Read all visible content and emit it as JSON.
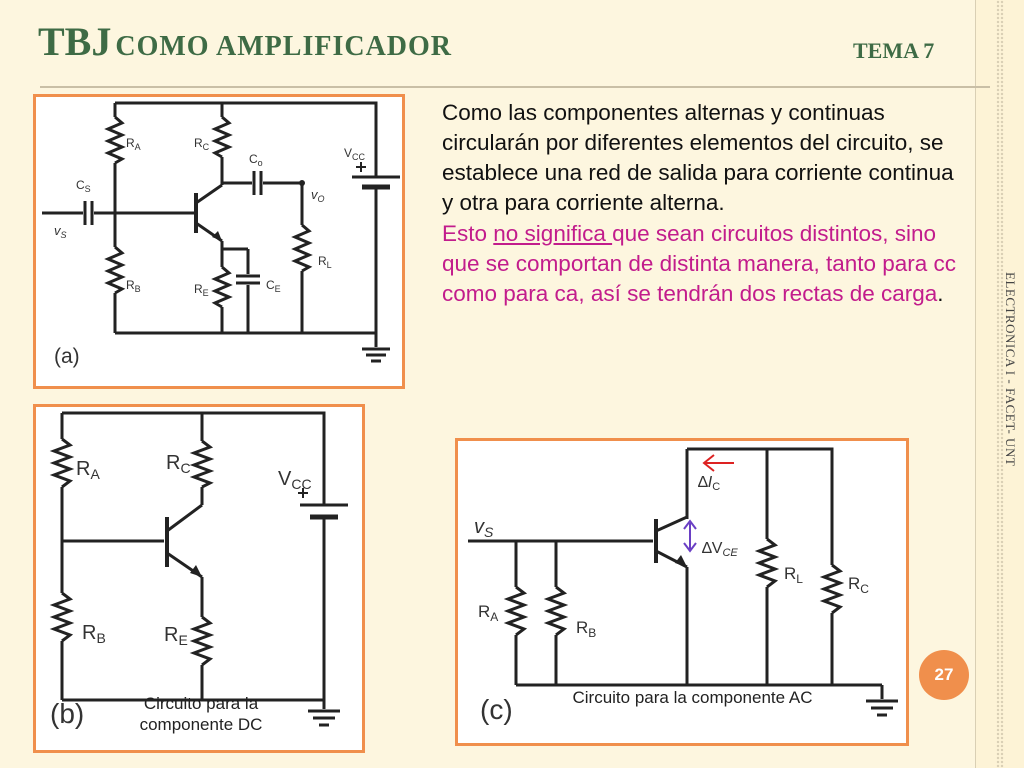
{
  "slide": {
    "title_main": "TBJ",
    "title_rest": "COMO AMPLIFICADOR",
    "tema": "TEMA 7",
    "side_text": "ELECTRONICA I - FACET- UNT",
    "page_number": "27"
  },
  "paragraph": {
    "p1": "Como las componentes alternas y continuas circularán por diferentes elementos del circuito, se establece una red de salida para corriente continua y otra para corriente alterna.",
    "p2_a": "Esto ",
    "p2_u": "no significa ",
    "p2_b": "que sean circuitos distintos, sino que se comportan de distinta manera, tanto para cc como para ca, así se tendrán dos rectas de carga",
    "p2_end": "."
  },
  "panel_a": {
    "label": "(a)",
    "RA": "R",
    "RA_sub": "A",
    "RB": "R",
    "RB_sub": "B",
    "RC": "R",
    "RC_sub": "C",
    "RE": "R",
    "RE_sub": "E",
    "RL": "R",
    "RL_sub": "L",
    "CS": "C",
    "CS_sub": "S",
    "Co": "C",
    "Co_sub": "o",
    "CE": "C",
    "CE_sub": "E",
    "VCC": "V",
    "VCC_sub": "CC",
    "vS": "v",
    "vS_sub": "S",
    "vO": "v",
    "vO_sub": "O"
  },
  "panel_b": {
    "label": "(b)",
    "RA": "R",
    "RA_sub": "A",
    "RB": "R",
    "RB_sub": "B",
    "RC": "R",
    "RC_sub": "C",
    "RE": "R",
    "RE_sub": "E",
    "VCC": "V",
    "VCC_sub": "CC",
    "caption": "Circuito para la componente DC"
  },
  "panel_c": {
    "label": "(c)",
    "vS": "v",
    "vS_sub": "S",
    "RA": "R",
    "RA_sub": "A",
    "RB": "R",
    "RB_sub": "B",
    "RL": "R",
    "RL_sub": "L",
    "RC": "R",
    "RC_sub": "C",
    "dIC_delta": "∆",
    "dIC_i": "I",
    "dIC_sub": "C",
    "dVCE_delta": "∆",
    "dVCE_v": "V",
    "dVCE_sub": "CE",
    "caption": "Circuito para la componente AC"
  },
  "colors": {
    "title": "#3e6b45",
    "panel_border": "#f08f4c",
    "pink_text": "#c21c8c",
    "arrow_red": "#d22",
    "arrow_purple": "#6a3fc4"
  }
}
